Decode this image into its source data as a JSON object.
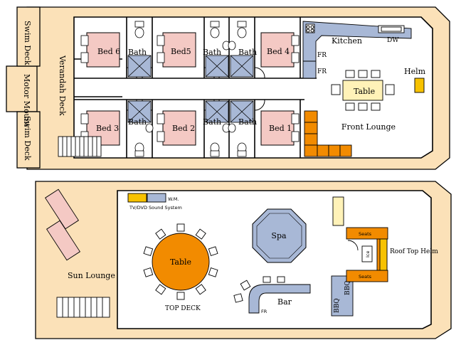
{
  "colors": {
    "hull": "#fbe1b8",
    "floor": "#ffffff",
    "bed": "#f4c9c4",
    "pillow": "#ffffff",
    "fixture": "#a8b8d6",
    "orange": "#f28b00",
    "orange_dark": "#d96f00",
    "yellow": "#f7c200",
    "pale_yellow": "#fff2b8",
    "stair": "#ffffff"
  },
  "lower_deck": {
    "bedrooms": [
      {
        "label": "Bed 6"
      },
      {
        "label": "Bed5"
      },
      {
        "label": "Bed 4"
      },
      {
        "label": "Bed 3"
      },
      {
        "label": "Bed 2"
      },
      {
        "label": "Bed 1"
      }
    ],
    "baths": [
      "Bath",
      "Bath",
      "Bath",
      "Bath",
      "Bath",
      "Bath"
    ],
    "swim_deck_top": "Swim Deck",
    "swim_deck_bottom": "Swim Deck",
    "motor_mount": "Motor Mount",
    "verandah_deck": "Verandah Deck",
    "kitchen": "Kitchen",
    "dw": "DW",
    "fr_1": "FR",
    "fr_2": "FR",
    "table": "Table",
    "helm": "Helm",
    "front_lounge": "Front Lounge"
  },
  "top_deck": {
    "tv_system": "TV/DVD Sound System",
    "wm": "W.M.",
    "spa": "Spa",
    "table": "Table",
    "seats_top": "Seats",
    "seats_bottom": "Seats",
    "roof_helm": "Roof Top Helm",
    "ice": "Ice",
    "sun_lounge": "Sun Lounge",
    "bar": "Bar",
    "fr": "FR",
    "bbq_1": "BBQ",
    "bbq_2": "BBQ",
    "top_deck_label": "TOP DECK"
  }
}
